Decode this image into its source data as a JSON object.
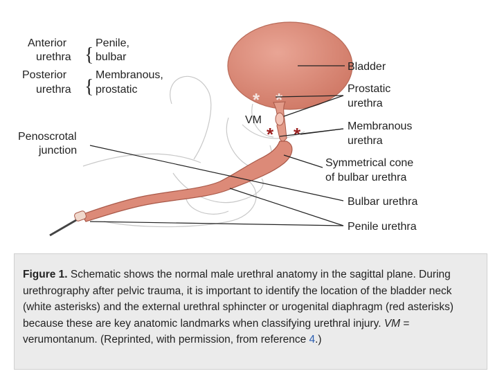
{
  "labels": {
    "anterior": "Anterior",
    "urethra_a": "urethra",
    "penile_bulbar_1": "Penile,",
    "penile_bulbar_2": "bulbar",
    "posterior": "Posterior",
    "urethra_p": "urethra",
    "membranous_prostatic_1": "Membranous,",
    "membranous_prostatic_2": "prostatic",
    "penoscrotal_1": "Penoscrotal",
    "penoscrotal_2": "junction",
    "vm": "VM",
    "bladder": "Bladder",
    "prostatic_1": "Prostatic",
    "prostatic_2": "urethra",
    "membranous_1": "Membranous",
    "membranous_2": "urethra",
    "cone_1": "Symmetrical cone",
    "cone_2": "of bulbar urethra",
    "bulbar": "Bulbar urethra",
    "penile": "Penile urethra",
    "brace": "{",
    "asterisk": "*"
  },
  "caption": {
    "figure": "Figure 1.",
    "text1": " Schematic shows the normal male urethral anatomy in the sagittal plane. During urethrography after pelvic trauma, it is important to identify the location of the bladder neck (white asterisks) and the external urethral sphincter or urogenital diaphragm (red asterisks) because these are key anatomic landmarks when classifying urethral injury. ",
    "vm_abbrev": "VM",
    "text2": " = verumontanum. (Reprinted, with permission, from reference ",
    "ref_num": "4",
    "text3": ".)"
  },
  "colors": {
    "organ_fill": "#dc8a78",
    "organ_stroke": "#a85848",
    "red_asterisk": "#9b1f1f",
    "white_asterisk": "#f4e4e0",
    "caption_bg": "#ebebeb"
  }
}
